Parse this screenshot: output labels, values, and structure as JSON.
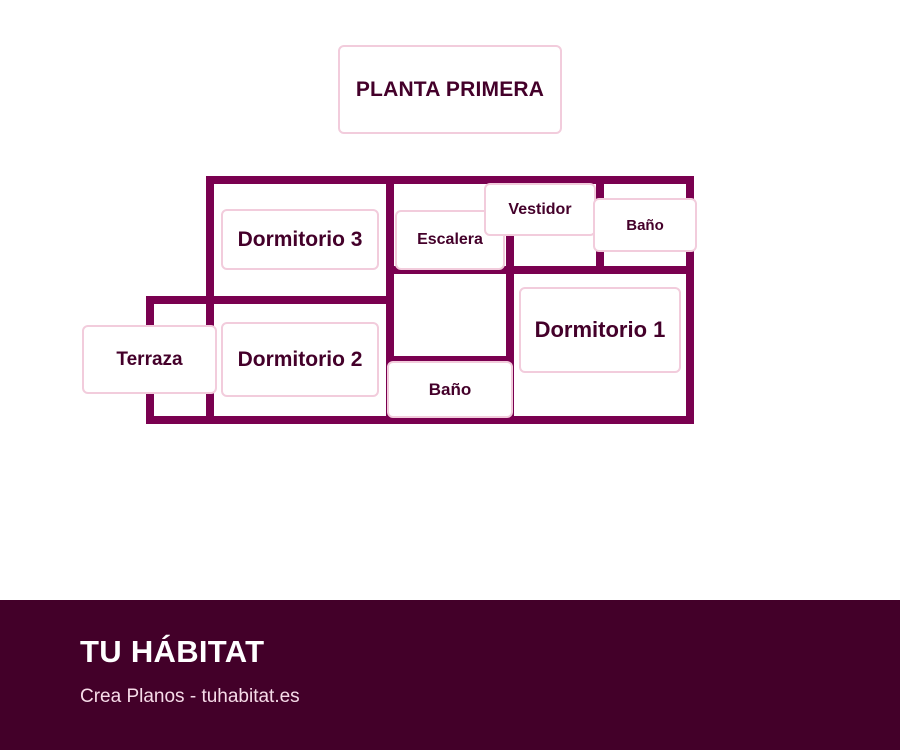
{
  "title": "PLANTA PRIMERA",
  "colors": {
    "wall": "#7a0050",
    "label_border": "#f2ccdc",
    "label_text": "#44002a",
    "footer_bg": "#430029",
    "footer_text": "#ffffff",
    "footer_subtext": "#f6dbe8"
  },
  "rooms": {
    "dormitorio3": "Dormitorio 3",
    "escalera": "Escalera",
    "vestidor": "Vestidor",
    "bano_top": "Baño",
    "dormitorio2": "Dormitorio 2",
    "terraza": "Terraza",
    "dormitorio1": "Dormitorio 1",
    "bano_bottom": "Baño"
  },
  "footer": {
    "brand": "TU HÁBITAT",
    "subtitle": "Crea Planos - tuhabitat.es"
  }
}
